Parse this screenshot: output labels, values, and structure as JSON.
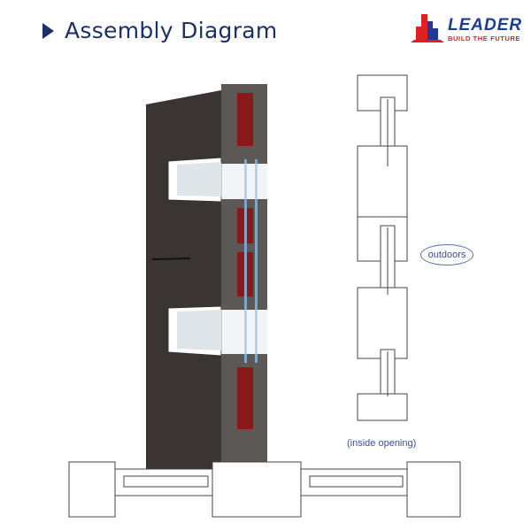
{
  "header": {
    "title": "Assembly Diagram"
  },
  "logo": {
    "name": "LEADER",
    "tagline": "BUILD THE FUTURE"
  },
  "labels": {
    "outdoors": "outdoors",
    "inside_opening": "(inside opening)"
  },
  "colors": {
    "title": "#1b2f6b",
    "logo_blue": "#1d3a9a",
    "logo_red": "#e02020",
    "label": "#3b4f9a",
    "thermal_break": "#8a1a1a"
  }
}
